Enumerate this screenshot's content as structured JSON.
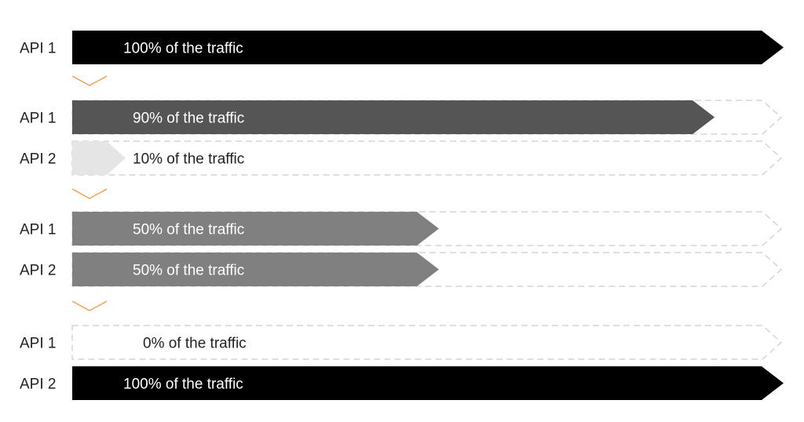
{
  "colors": {
    "full": "#000000",
    "ninety": "#555555",
    "half": "#808080",
    "small": "#e5e5e5",
    "outline": "#cccccc",
    "chevron": "#f39c4a",
    "text_dark": "#222222",
    "text_light": "#ffffff"
  },
  "stages": [
    {
      "rows": [
        {
          "api": "API 1",
          "label": "100% of the traffic",
          "share": 100,
          "tone": "full"
        }
      ]
    },
    {
      "rows": [
        {
          "api": "API 1",
          "label": "90% of the traffic",
          "share": 90,
          "tone": "ninety"
        },
        {
          "api": "API 2",
          "label": "10% of the traffic",
          "share": 10,
          "tone": "small"
        }
      ]
    },
    {
      "rows": [
        {
          "api": "API 1",
          "label": "50% of the traffic",
          "share": 50,
          "tone": "half"
        },
        {
          "api": "API 2",
          "label": "50% of the traffic",
          "share": 50,
          "tone": "half"
        }
      ]
    },
    {
      "rows": [
        {
          "api": "API 1",
          "label": "0% of the traffic",
          "share": 0,
          "tone": "none"
        },
        {
          "api": "API 2",
          "label": "100% of the traffic",
          "share": 100,
          "tone": "full"
        }
      ]
    }
  ]
}
